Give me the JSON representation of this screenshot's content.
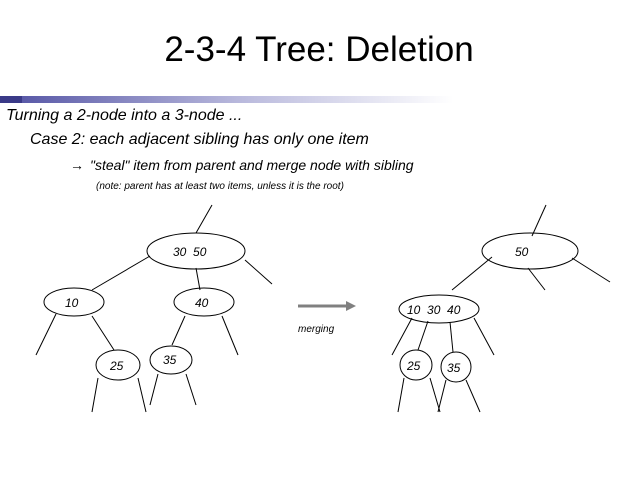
{
  "title": "2-3-4 Tree: Deletion",
  "text": {
    "line1": "Turning a 2-node into a 3-node ...",
    "line2": "Case 2: each adjacent sibling has only one item",
    "line3_arrow": "→",
    "line3": "\"steal\" item from parent and merge node with sibling",
    "note": "(note: parent has at least two items, unless it is the root)"
  },
  "before_tree": {
    "root": "30  50",
    "left": "10",
    "middle": "40",
    "leaf_a": "25",
    "leaf_b": "35"
  },
  "arrow_label": "merging",
  "after_tree": {
    "root": "50",
    "merged": "10  30  40",
    "leaf_a": "25",
    "leaf_b": "35"
  },
  "colors": {
    "title_bar_dark": "#3a3a88",
    "title_bar_mid": "#5a5aa8",
    "arrow": "#808080"
  }
}
